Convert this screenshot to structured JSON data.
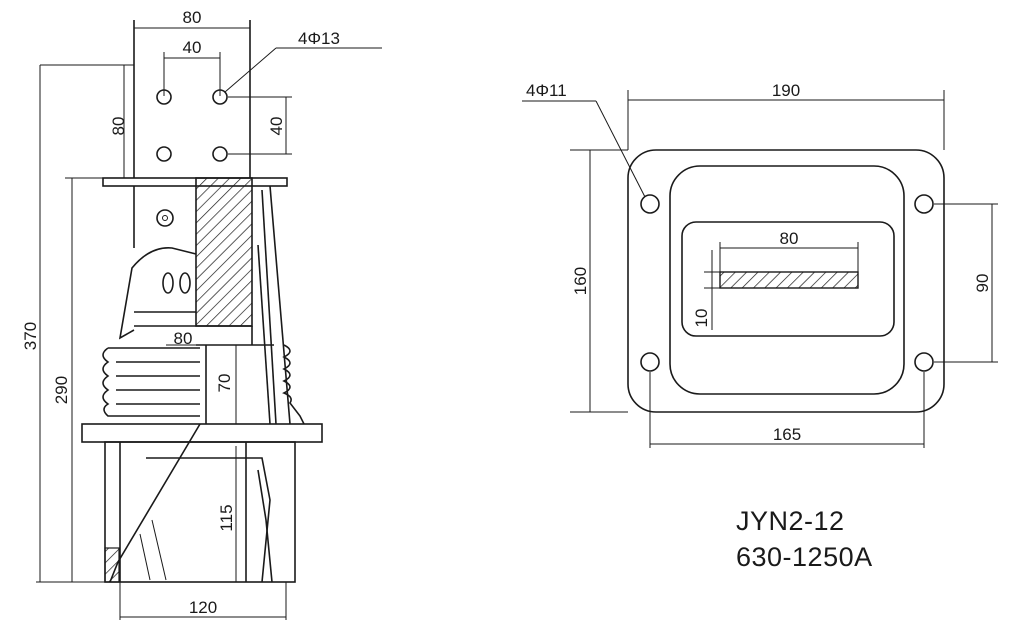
{
  "left_view": {
    "dims": {
      "top_width": "80",
      "hole_spacing_h": "40",
      "holes_callout": "4Φ13",
      "flange_height": "80",
      "hole_spacing_v": "40",
      "overall_height": "370",
      "body_height": "290",
      "bar_width": "80",
      "bar_depth": "70",
      "lower_height": "115",
      "base_width": "120"
    }
  },
  "right_view": {
    "dims": {
      "holes_callout": "4Φ11",
      "overall_width": "190",
      "overall_height": "160",
      "hole_spacing_v": "90",
      "hole_spacing_h": "165",
      "bar_width": "80",
      "bar_thickness": "10"
    }
  },
  "model": {
    "name": "JYN2-12",
    "rating": "630-1250A"
  }
}
